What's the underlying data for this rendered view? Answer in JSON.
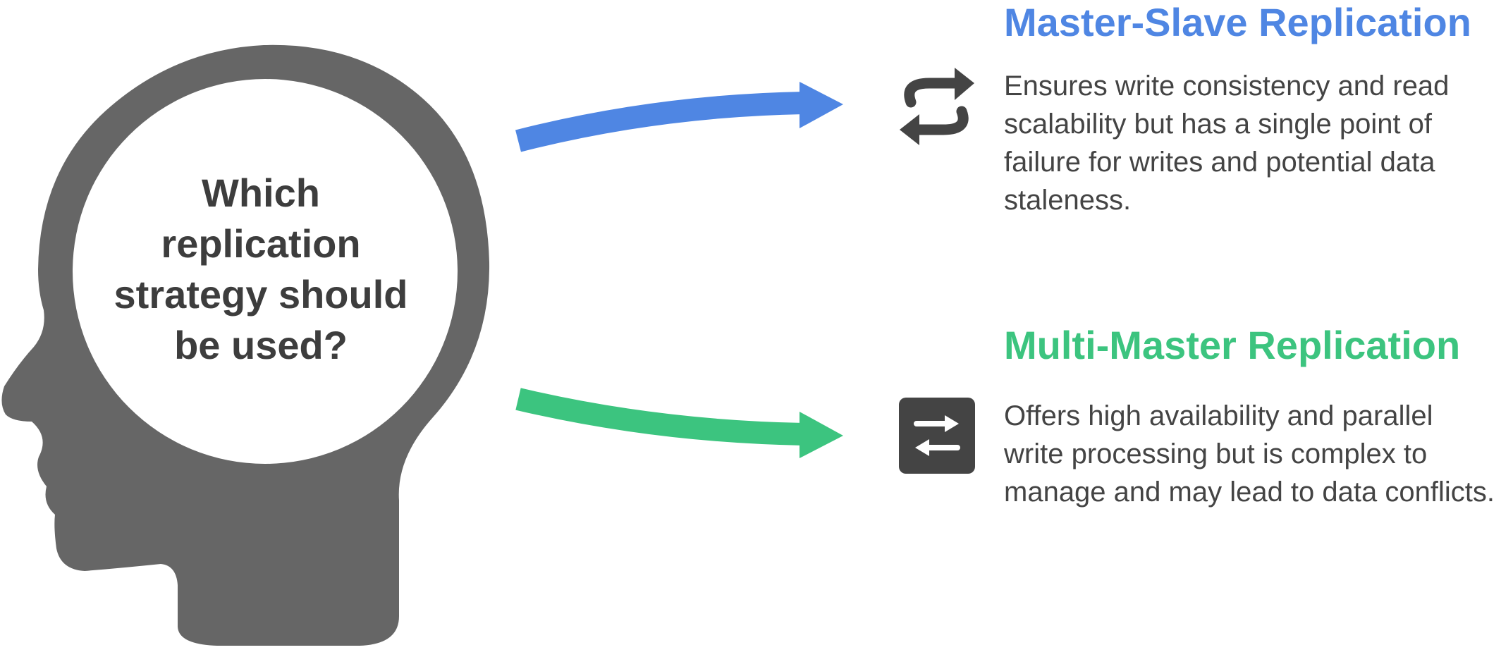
{
  "question": "Which replication strategy should be used?",
  "options": [
    {
      "title": "Master-Slave Replication",
      "description": "Ensures write consistency and read scalability but has a single point of failure for writes and potential data staleness.",
      "icon": "repeat-arrows-icon",
      "color": "#4f86e3"
    },
    {
      "title": "Multi-Master Replication",
      "description": "Offers high availability and parallel write processing but is complex to manage and may lead to data conflicts.",
      "icon": "swap-horizontal-icon",
      "color": "#3cc47f"
    }
  ],
  "head_icon": "human-head-profile-icon",
  "head_color": "#666666"
}
